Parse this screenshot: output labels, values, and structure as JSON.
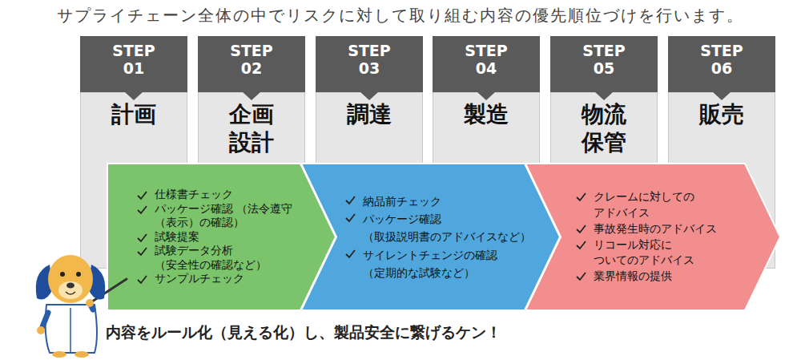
{
  "diagram": {
    "title": "サプライチェーン全体の中でリスクに対して取り組む内容の優先順位づけを行います。",
    "nodes": [
      {
        "text": [
          "STEP 01",
          "計画"
        ]
      },
      {
        "text": [
          "STEP 02",
          "企画 設計"
        ]
      },
      {
        "text": [
          "STEP 03",
          "調達"
        ]
      },
      {
        "text": [
          "STEP 04",
          "製造"
        ]
      },
      {
        "text": [
          "STEP 05",
          "物流 保管"
        ]
      },
      {
        "text": [
          "STEP 06",
          "販売"
        ]
      },
      {
        "text": [
          "仕様書チェック",
          "パッケージ確認 （法令遵守（表示）の確認）",
          "試験提案",
          "試験データ分析 （安全性の確認など）",
          "サンプルチェック"
        ]
      },
      {
        "text": [
          "納品前チェック",
          "パッケージ確認 （取扱説明書のアドバイスなど）",
          "サイレントチェンジの確認 （定期的な試験など）"
        ]
      },
      {
        "text": [
          "クレームに対しての アドバイス",
          "事故発生時のアドバイス",
          "リコール対応に ついてのアドバイス",
          "業界情報の提供"
        ]
      }
    ],
    "labels": [
      "内容をルール化（見える化）し、製品安全に繋げるケン！"
    ]
  }
}
